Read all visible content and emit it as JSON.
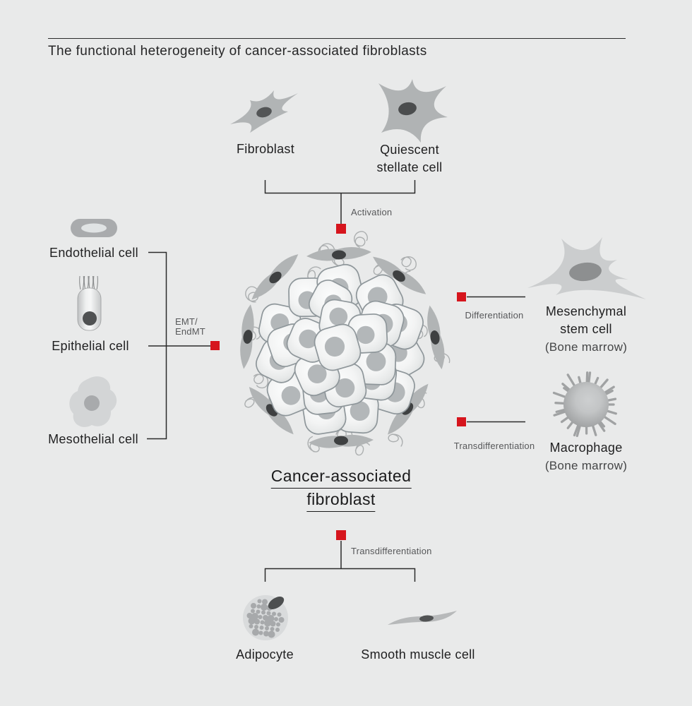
{
  "header": {
    "title": "The functional heterogeneity of cancer-associated fibroblasts"
  },
  "top_group": {
    "fibroblast_label": "Fibroblast",
    "stellate_label_line1": "Quiescent",
    "stellate_label_line2": "stellate cell",
    "process_label": "Activation"
  },
  "left_group": {
    "endothelial_label": "Endothelial cell",
    "epithelial_label": "Epithelial cell",
    "mesothelial_label": "Mesothelial cell",
    "process_label_line1": "EMT/",
    "process_label_line2": "EndMT"
  },
  "center": {
    "label_line1": "Cancer-associated",
    "label_line2": "fibroblast"
  },
  "right_group": {
    "msc": {
      "process_label": "Differentiation",
      "label_line1": "Mesenchymal",
      "label_line2": "stem cell",
      "label_line3": "(Bone marrow)"
    },
    "macrophage": {
      "process_label": "Transdifferentiation",
      "label_line1": "Macrophage",
      "label_line2": "(Bone marrow)"
    }
  },
  "bottom_group": {
    "process_label": "Transdifferentiation",
    "adipocyte_label": "Adipocyte",
    "smooth_muscle_label": "Smooth muscle cell"
  },
  "icons": {
    "fibroblast": "fibroblast-cell-icon",
    "stellate": "quiescent-stellate-cell-icon",
    "endothelial": "endothelial-cell-icon",
    "epithelial": "epithelial-cell-icon",
    "mesothelial": "mesothelial-cell-icon",
    "cluster": "cancer-associated-fibroblast-cluster-illustration",
    "msc": "mesenchymal-stem-cell-icon",
    "macrophage": "macrophage-icon",
    "adipocyte": "adipocyte-icon",
    "smooth_muscle": "smooth-muscle-cell-icon"
  },
  "colors": {
    "background": "#e9eaea",
    "accent_red": "#d6151d",
    "line_dark": "#2b2b2b",
    "text_dark": "#1f1f20",
    "text_gray": "#57585a"
  }
}
